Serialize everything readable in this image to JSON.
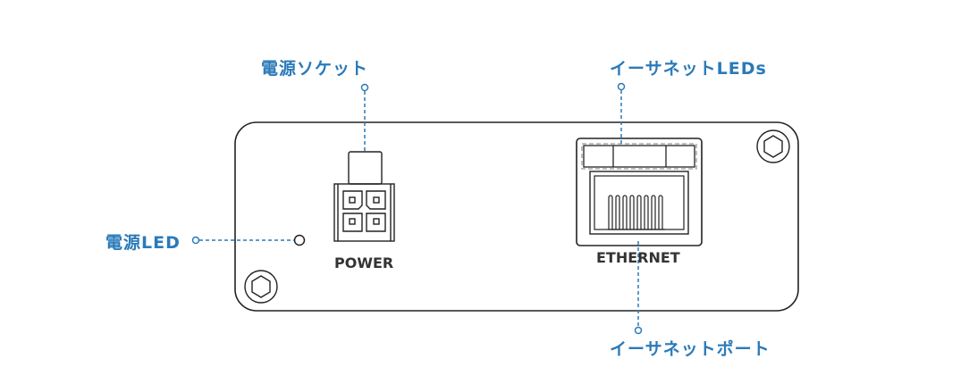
{
  "diagram": {
    "title": "Device front panel",
    "accent_color": "#2a7ab9",
    "outline_color": "#222222",
    "panel_labels": {
      "power": "POWER",
      "ethernet": "ETHERNET"
    },
    "callouts": {
      "power_socket": "電源ソケット",
      "power_led": "電源LED",
      "ethernet_leds": "イーサネットLEDs",
      "ethernet_port": "イーサネットポート"
    },
    "components": [
      {
        "id": "power-led",
        "icon": "led-circle"
      },
      {
        "id": "power-socket",
        "icon": "4-pin-connector"
      },
      {
        "id": "ethernet-leds",
        "icon": "led-strip"
      },
      {
        "id": "ethernet-port",
        "icon": "rj45-port"
      },
      {
        "id": "screw-top-right",
        "icon": "hex-screw"
      },
      {
        "id": "screw-bottom-left",
        "icon": "hex-screw"
      }
    ]
  }
}
